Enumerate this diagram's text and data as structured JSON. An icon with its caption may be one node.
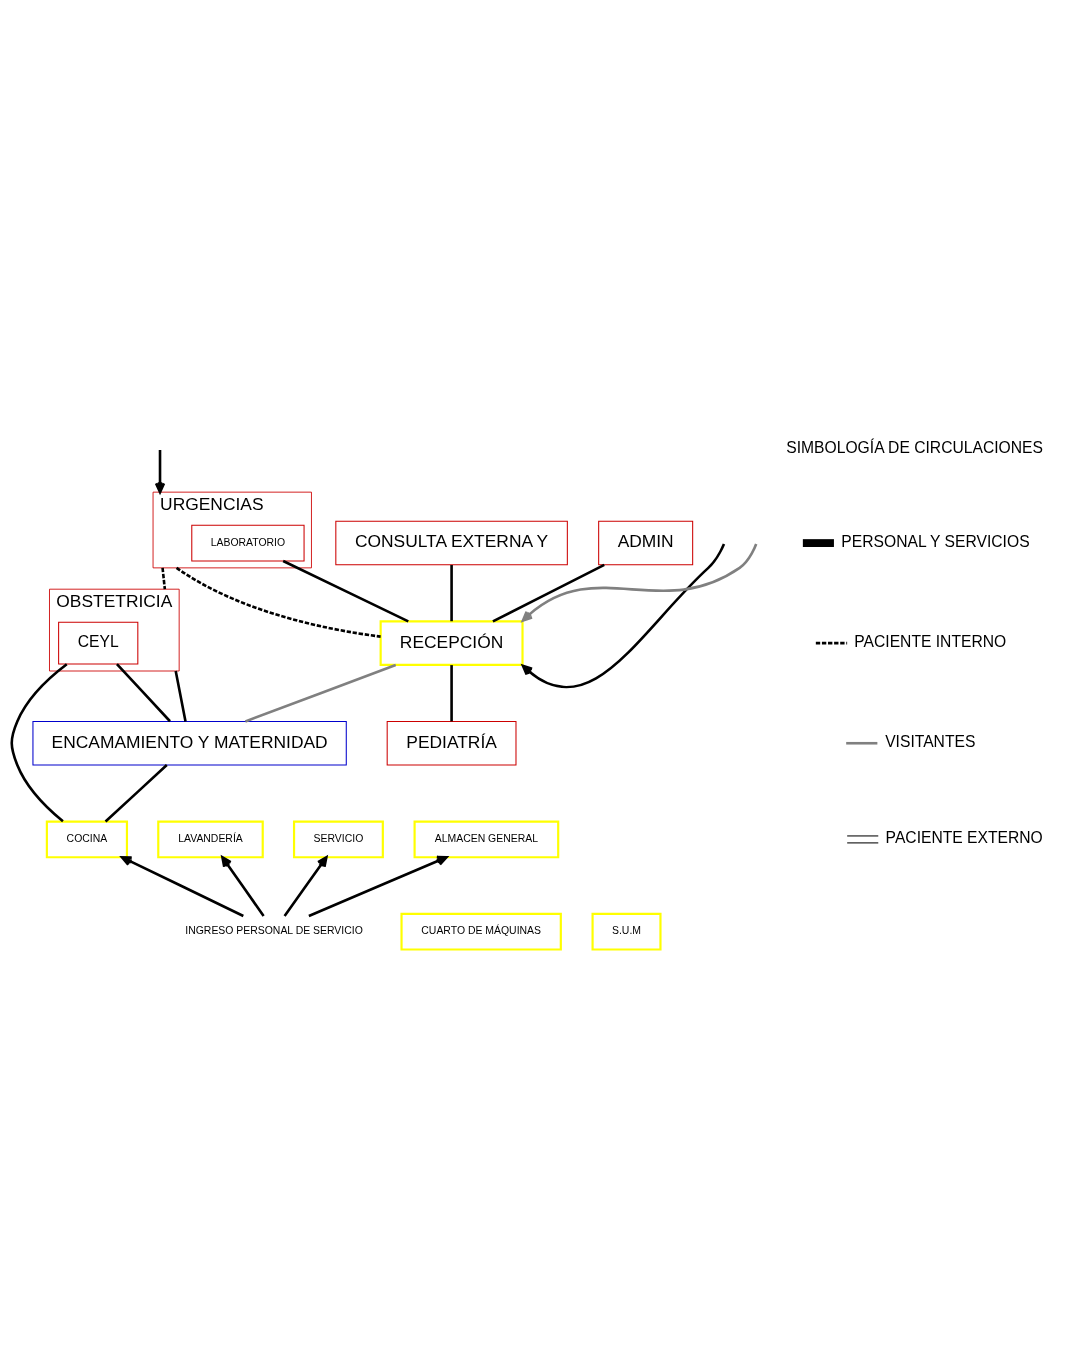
{
  "diagram": {
    "nodes": [
      {
        "text": [
          "URGENCIAS"
        ]
      },
      {
        "text": [
          "LABORATORIO"
        ],
        "in": 0
      },
      {
        "text": [
          "CONSULTA EXTERNA Y"
        ]
      },
      {
        "text": [
          "ADMIN"
        ]
      },
      {
        "text": [
          "RECEPCIÓN"
        ]
      },
      {
        "text": [
          "OBSTETRICIA"
        ]
      },
      {
        "text": [
          "CEYL"
        ],
        "in": 5
      },
      {
        "text": [
          "ENCAMAMIENTO Y MATERNIDAD"
        ]
      },
      {
        "text": [
          "PEDIATRÍA"
        ]
      },
      {
        "text": [
          "COCINA"
        ]
      },
      {
        "text": [
          "LAVANDERÍA"
        ]
      },
      {
        "text": [
          "SERVICIO"
        ]
      },
      {
        "text": [
          "ALMACEN GENERAL"
        ]
      },
      {
        "text": [
          "CUARTO DE MÁQUINAS"
        ]
      },
      {
        "text": [
          "S.U.M"
        ]
      },
      {
        "text": [
          "INGRESO PERSONAL DE SERVICIO"
        ]
      }
    ],
    "edges": [
      {
        "from": null,
        "to": 0,
        "arrow": "to"
      },
      {
        "from": 0,
        "to": 4,
        "arrow": "none",
        "style": "dashed"
      },
      {
        "from": 1,
        "to": 4,
        "arrow": "none"
      },
      {
        "from": 0,
        "to": 5,
        "arrow": "none",
        "style": "dashed"
      },
      {
        "from": 2,
        "to": 4,
        "arrow": "none"
      },
      {
        "from": 3,
        "to": 4,
        "arrow": "none"
      },
      {
        "from": null,
        "to": 4,
        "arrow": "to"
      },
      {
        "from": null,
        "to": 4,
        "arrow": "to",
        "color": "#808080"
      },
      {
        "from": 4,
        "to": 7,
        "arrow": "none",
        "color": "#808080"
      },
      {
        "from": 4,
        "to": 8,
        "arrow": "none"
      },
      {
        "from": 5,
        "to": 7,
        "arrow": "none"
      },
      {
        "from": 6,
        "to": 7,
        "arrow": "none"
      },
      {
        "from": 6,
        "to": 9,
        "arrow": "none"
      },
      {
        "from": 7,
        "to": 9,
        "arrow": "none"
      },
      {
        "from": 15,
        "to": 9,
        "arrow": "to"
      },
      {
        "from": 15,
        "to": 10,
        "arrow": "to"
      },
      {
        "from": 15,
        "to": 11,
        "arrow": "to"
      },
      {
        "from": 15,
        "to": 12,
        "arrow": "to"
      }
    ],
    "labels": [
      "SIMBOLOGÍA DE CIRCULACIONES"
    ],
    "legend": [
      {
        "text": "PERSONAL Y SERVICIOS"
      },
      {
        "text": "PACIENTE INTERNO"
      },
      {
        "text": "VISITANTES"
      },
      {
        "text": "PACIENTE EXTERNO"
      }
    ]
  }
}
